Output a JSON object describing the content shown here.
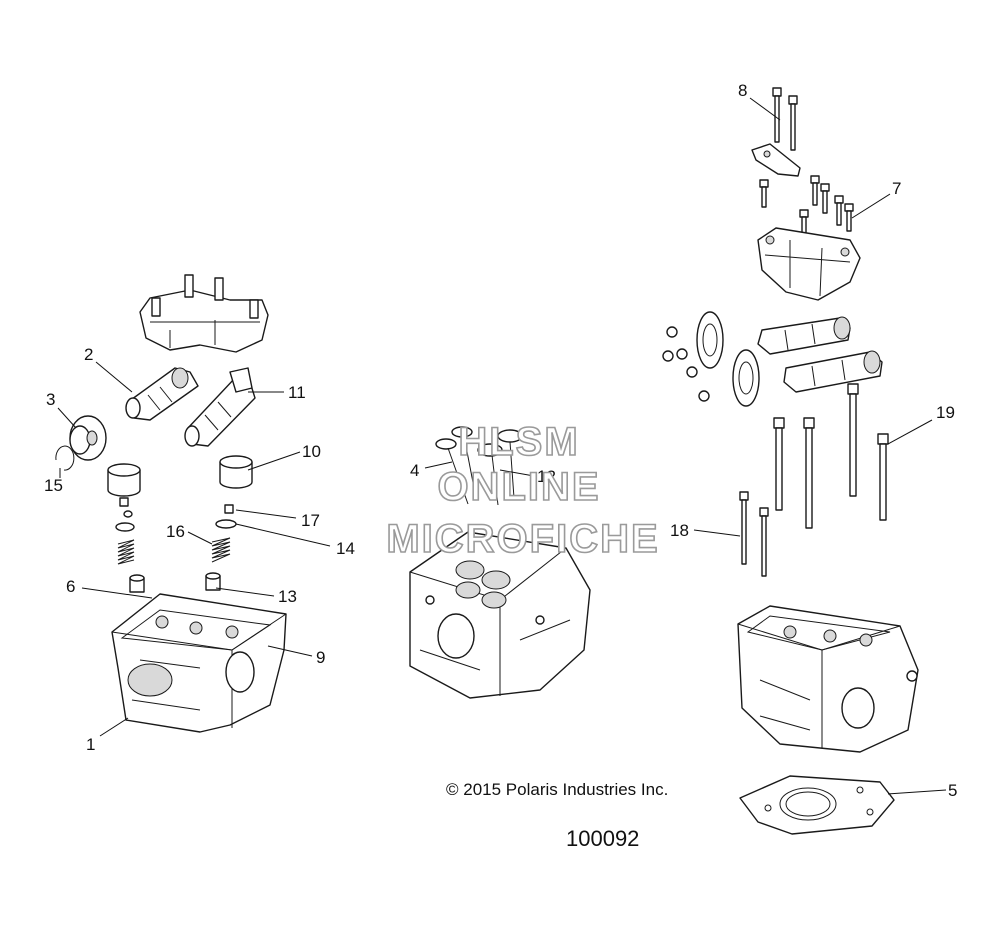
{
  "callouts": [
    "1",
    "2",
    "3",
    "4",
    "5",
    "6",
    "7",
    "8",
    "9",
    "10",
    "11",
    "12",
    "13",
    "14",
    "15",
    "16",
    "17",
    "18",
    "19"
  ],
  "watermark": {
    "line1": "HLSM",
    "line2": "ONLINE",
    "line3": "MICROFICHE"
  },
  "copyright": "© 2015 Polaris Industries Inc.",
  "diagram_number": "100092"
}
